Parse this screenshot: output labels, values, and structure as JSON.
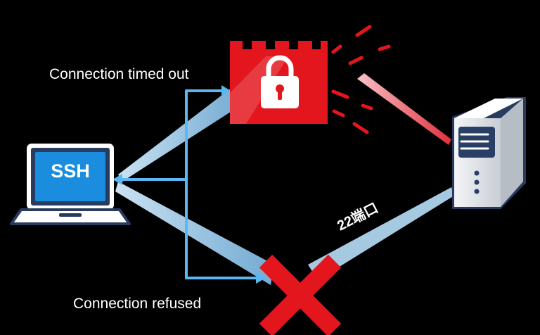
{
  "labels": {
    "timeout": "Connection timed out",
    "refused": "Connection refused",
    "port": "22端口",
    "ssh": "SSH"
  },
  "icons": {
    "client": "laptop-icon",
    "firewall": "firewall-lock-icon",
    "server": "server-tower-icon",
    "blocked": "red-x-icon"
  },
  "colors": {
    "background": "#000000",
    "beam": "#a9d8fb",
    "arrow": "#5ab7f2",
    "firewall": "#e3151d",
    "danger_beam": "#f28a93",
    "laptop_screen": "#1a8ddf",
    "server_body": "#dfe3e8",
    "server_panel": "#2a3f66"
  }
}
